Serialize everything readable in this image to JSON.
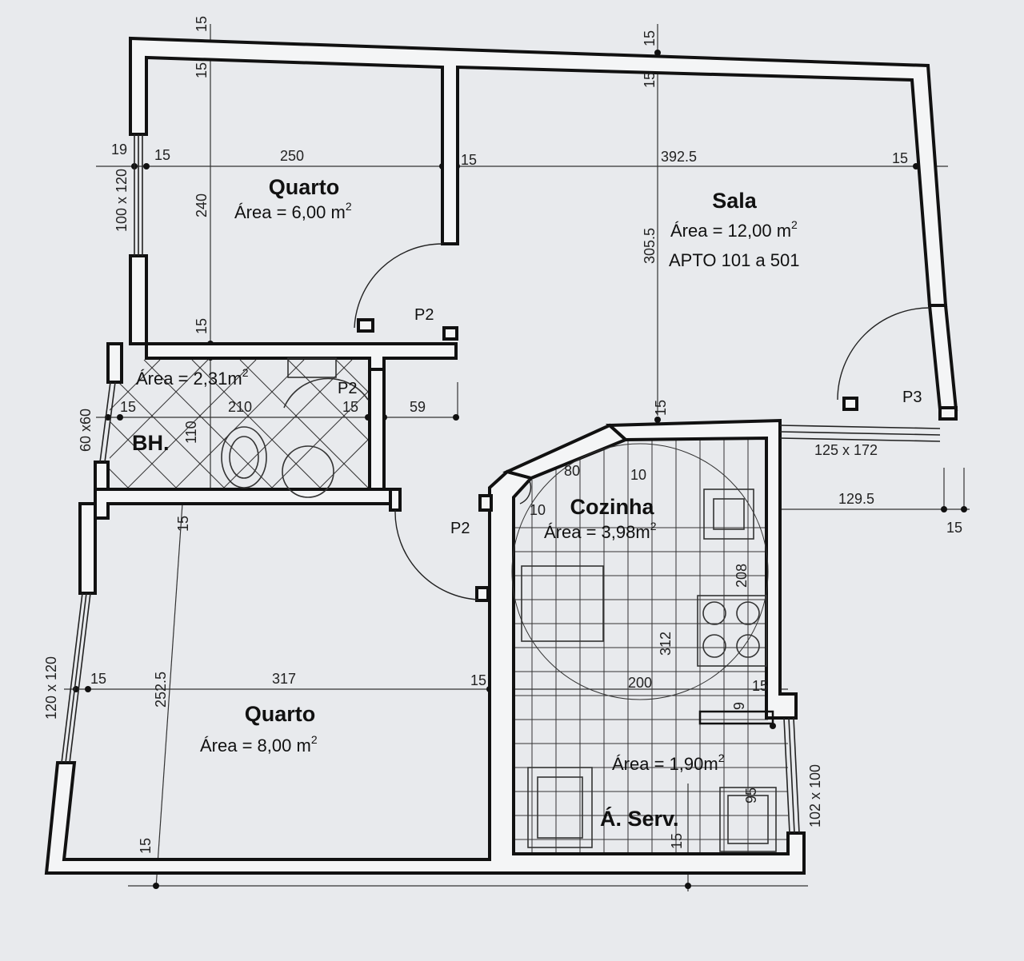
{
  "rooms": {
    "quarto1": {
      "name": "Quarto",
      "area": "Área = 6,00 m",
      "exp": "2"
    },
    "sala": {
      "name": "Sala",
      "area": "Área = 12,00 m",
      "exp": "2",
      "note": "APTO 101 a 501"
    },
    "bh": {
      "name": "BH.",
      "area": "Área = 2,31m",
      "exp": "2"
    },
    "cozinha": {
      "name": "Cozinha",
      "area": "Área = 3,98m",
      "exp": "2"
    },
    "quarto2": {
      "name": "Quarto",
      "area": "Área = 8,00 m",
      "exp": "2"
    },
    "aserv": {
      "name": "Á. Serv.",
      "area": "Área = 1,90m",
      "exp": "2"
    }
  },
  "doors": {
    "p2_a": "P2",
    "p2_b": "P2",
    "p2_c": "P2",
    "p3": "P3"
  },
  "windows": {
    "w_quarto1": "100 x 120",
    "w_bh": "60 x60",
    "w_quarto2": "120 x 120",
    "w_sala": "125 x 172",
    "w_serv": "102 x 100"
  },
  "dims": {
    "t15a": "15",
    "t15b": "15",
    "t15c": "15",
    "t15d": "15",
    "d19": "19",
    "d15l": "15",
    "d250": "250",
    "d15m": "15",
    "d392": "392.5",
    "d15r": "15",
    "d240": "240",
    "d305": "305.5",
    "d15v1": "15",
    "b15a": "15",
    "b210": "210",
    "b15b": "15",
    "b59": "59",
    "d110": "110",
    "d15v2": "15",
    "d80": "80",
    "d10a": "10",
    "d10b": "10",
    "d1295": "129.5",
    "d15rr": "15",
    "d15v3": "15",
    "d208": "208",
    "d312": "312",
    "q15a": "15",
    "q317": "317",
    "q15b": "15",
    "d2525": "252.5",
    "k200": "200",
    "k15": "15",
    "d9": "9",
    "d95": "95",
    "bot15a": "15",
    "bot15b": "15"
  }
}
